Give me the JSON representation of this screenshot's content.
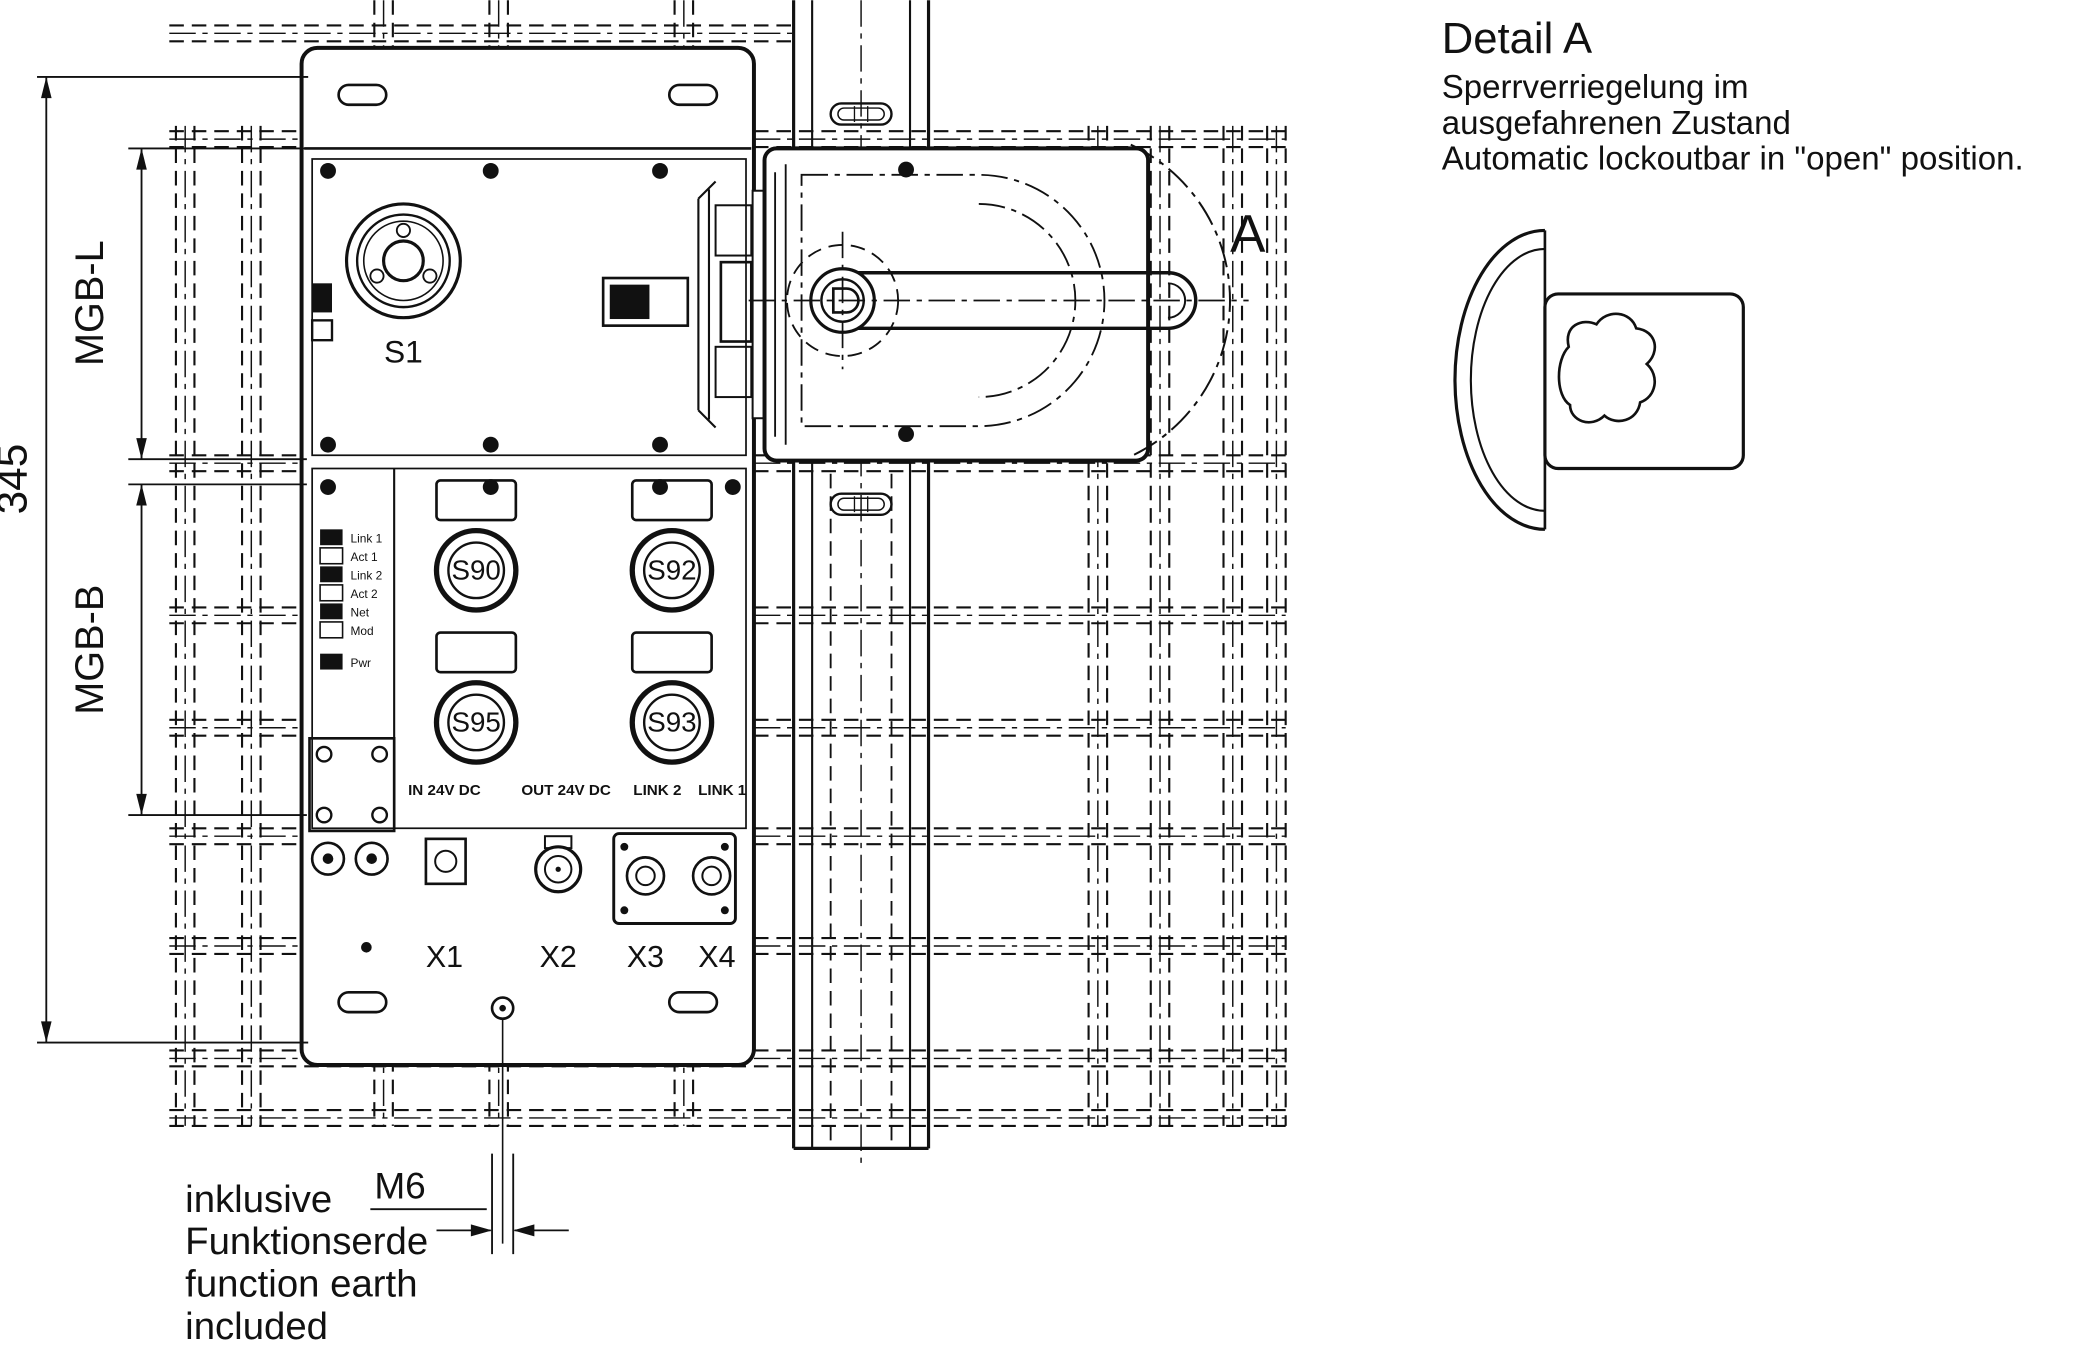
{
  "dimensions": {
    "overall_height": "345",
    "module_top": "MGB-L",
    "module_bottom": "MGB-B",
    "thread": "M6"
  },
  "device": {
    "button_label": "S1",
    "led_labels": [
      "Link 1",
      "Act 1",
      "Link 2",
      "Act 2",
      "Net",
      "Mod",
      "Pwr"
    ],
    "socket_labels": [
      "S90",
      "S92",
      "S95",
      "S93"
    ],
    "port_labels": [
      "IN 24V DC",
      "OUT 24V DC",
      "LINK 2",
      "LINK 1"
    ],
    "connector_labels": [
      "X1",
      "X2",
      "X3",
      "X4"
    ]
  },
  "callouts": {
    "detail_marker": "A"
  },
  "detail_view": {
    "title": "Detail A",
    "caption_de_1": "Sperrverriegelung im",
    "caption_de_2": "ausgefahrenen Zustand",
    "caption_en": "Automatic lockoutbar in \"open\" position."
  },
  "footnote": {
    "line1": "inklusive",
    "line2": "Funktionserde",
    "line3": "function earth",
    "line4": "included"
  }
}
